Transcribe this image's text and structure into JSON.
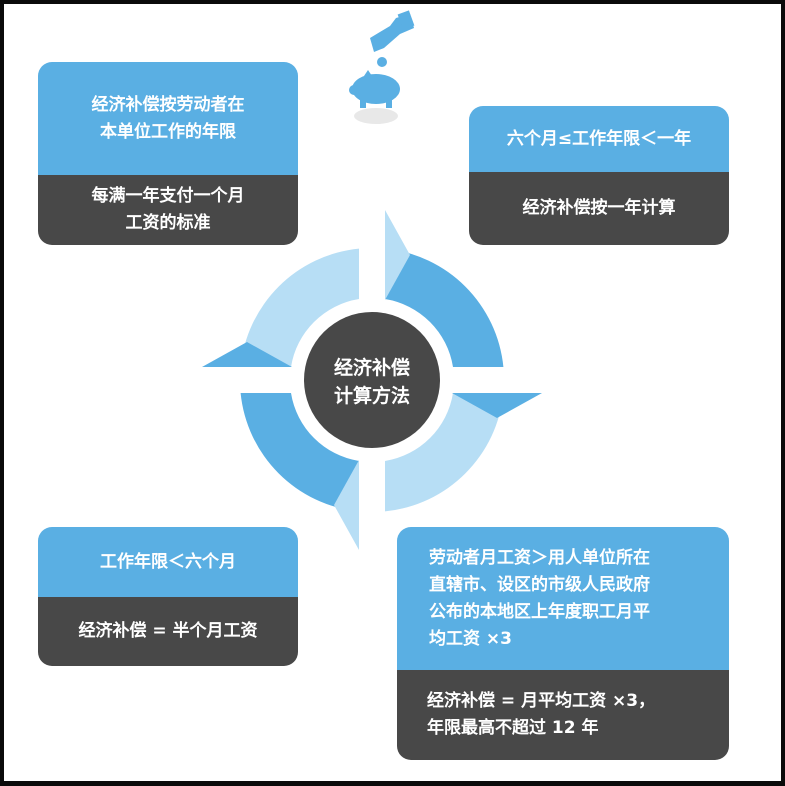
{
  "center": {
    "line1": "经济补偿",
    "line2": "计算方法"
  },
  "cards": {
    "top_left": {
      "condition": [
        "经济补偿按劳动者在",
        "本单位工作的年限"
      ],
      "result": [
        "每满一年支付一个月",
        "工资的标准"
      ]
    },
    "top_right": {
      "condition": [
        "六个月≤工作年限＜一年"
      ],
      "result": [
        "经济补偿按一年计算"
      ]
    },
    "bottom_left": {
      "condition": [
        "工作年限＜六个月"
      ],
      "result": [
        "经济补偿 = 半个月工资"
      ]
    },
    "bottom_right": {
      "condition": [
        "劳动者月工资＞用人单位所在",
        "直辖市、设区的市级人民政府",
        "公布的本地区上年度职工月平",
        "均工资 ×3"
      ],
      "result": [
        "经济补偿 = 月平均工资 ×3，",
        "年限最高不超过 12 年"
      ]
    }
  },
  "colors": {
    "blue": "#5aafe3",
    "light_blue": "#b7def5",
    "dark": "#484848"
  },
  "icon": "piggy-bank-coin-icon"
}
